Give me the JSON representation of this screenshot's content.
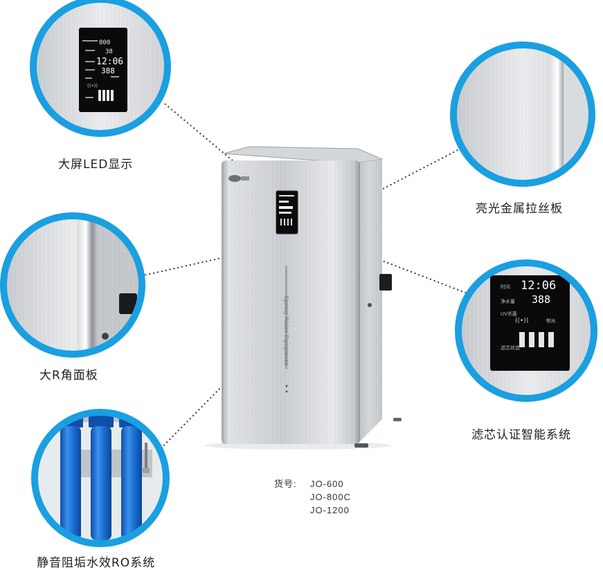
{
  "features": [
    {
      "label": "大屏LED显示"
    },
    {
      "label": "亮光金属拉丝板"
    },
    {
      "label": "大R角面板"
    },
    {
      "label": "滤芯认证智能系统"
    },
    {
      "label": "静音阻垢水效RO系统"
    }
  ],
  "product": {
    "front_text": "Spring Water Equipment"
  },
  "display": {
    "top_value": "800",
    "second_value": "38",
    "time": "12:06",
    "tds": "388",
    "wifi_glyph": "((•))",
    "zoom_label_time": "时间",
    "zoom_label_tds": "净水量",
    "zoom_label_uv": "UV杀菌",
    "zoom_label_make": "制水",
    "zoom_label_filter": "滤芯状态"
  },
  "models": {
    "prefix": "货号:",
    "items": [
      "JO-600",
      "JO-800C",
      "JO-1200"
    ]
  },
  "colors": {
    "ring": "#1a9fe0",
    "steel_light": "#e4e6e8",
    "steel_dark": "#a9adb1",
    "filter_blue": "#1a6fd4"
  }
}
